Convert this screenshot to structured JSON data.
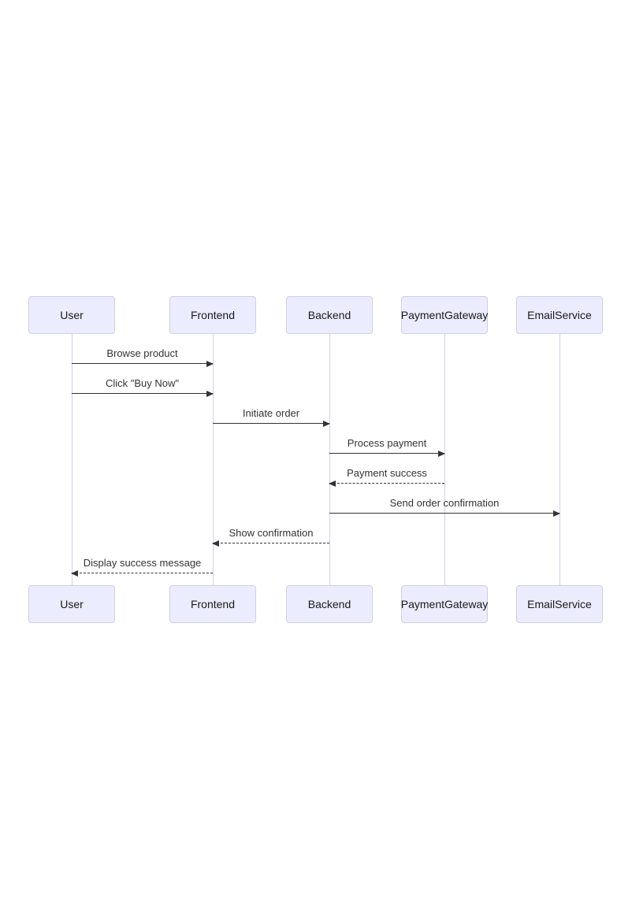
{
  "diagram": {
    "type": "sequence-diagram",
    "actors": [
      {
        "id": "user",
        "label": "User"
      },
      {
        "id": "frontend",
        "label": "Frontend"
      },
      {
        "id": "backend",
        "label": "Backend"
      },
      {
        "id": "paymentgateway",
        "label": "PaymentGateway"
      },
      {
        "id": "emailservice",
        "label": "EmailService"
      }
    ],
    "messages": [
      {
        "label": "Browse product",
        "from": "User",
        "to": "Frontend",
        "line": "solid",
        "direction": "right"
      },
      {
        "label": "Click \"Buy Now\"",
        "from": "User",
        "to": "Frontend",
        "line": "solid",
        "direction": "right"
      },
      {
        "label": "Initiate order",
        "from": "Frontend",
        "to": "Backend",
        "line": "solid",
        "direction": "right"
      },
      {
        "label": "Process payment",
        "from": "Backend",
        "to": "PaymentGateway",
        "line": "solid",
        "direction": "right"
      },
      {
        "label": "Payment success",
        "from": "PaymentGateway",
        "to": "Backend",
        "line": "dashed",
        "direction": "left"
      },
      {
        "label": "Send order confirmation",
        "from": "Backend",
        "to": "EmailService",
        "line": "solid",
        "direction": "right"
      },
      {
        "label": "Show confirmation",
        "from": "Backend",
        "to": "Frontend",
        "line": "dashed",
        "direction": "left"
      },
      {
        "label": "Display success message",
        "from": "Frontend",
        "to": "User",
        "line": "dashed",
        "direction": "left"
      }
    ],
    "colors": {
      "actor_fill": "#ececff",
      "actor_border": "#cfcfe8",
      "lifeline": "#d6cdee",
      "arrow": "#333333",
      "message_text": "#333333",
      "background": "#ffffff"
    }
  }
}
